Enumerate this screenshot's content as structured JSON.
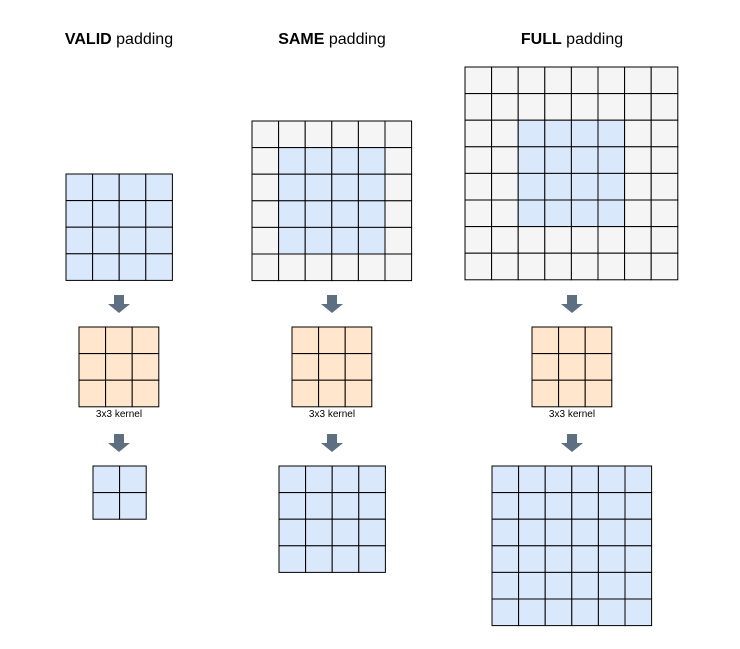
{
  "colors": {
    "input_cell": "#dae8fc",
    "padding_cell": "#f5f5f5",
    "kernel_cell": "#ffe6cc",
    "output_cell": "#dae8fc",
    "grid_line": "#000000",
    "arrow": "#5f6f82"
  },
  "panels": [
    {
      "id": "valid",
      "title_bold": "VALID",
      "title_rest": " padding",
      "input": {
        "size": 4,
        "pad": 0
      },
      "kernel": {
        "size": 3,
        "label": "3x3 kernel"
      },
      "output": {
        "size": 2
      }
    },
    {
      "id": "same",
      "title_bold": "SAME",
      "title_rest": " padding",
      "input": {
        "size": 4,
        "pad": 1
      },
      "kernel": {
        "size": 3,
        "label": "3x3 kernel"
      },
      "output": {
        "size": 4
      }
    },
    {
      "id": "full",
      "title_bold": "FULL",
      "title_rest": " padding",
      "input": {
        "size": 4,
        "pad": 2
      },
      "kernel": {
        "size": 3,
        "label": "3x3 kernel"
      },
      "output": {
        "size": 6
      }
    }
  ]
}
